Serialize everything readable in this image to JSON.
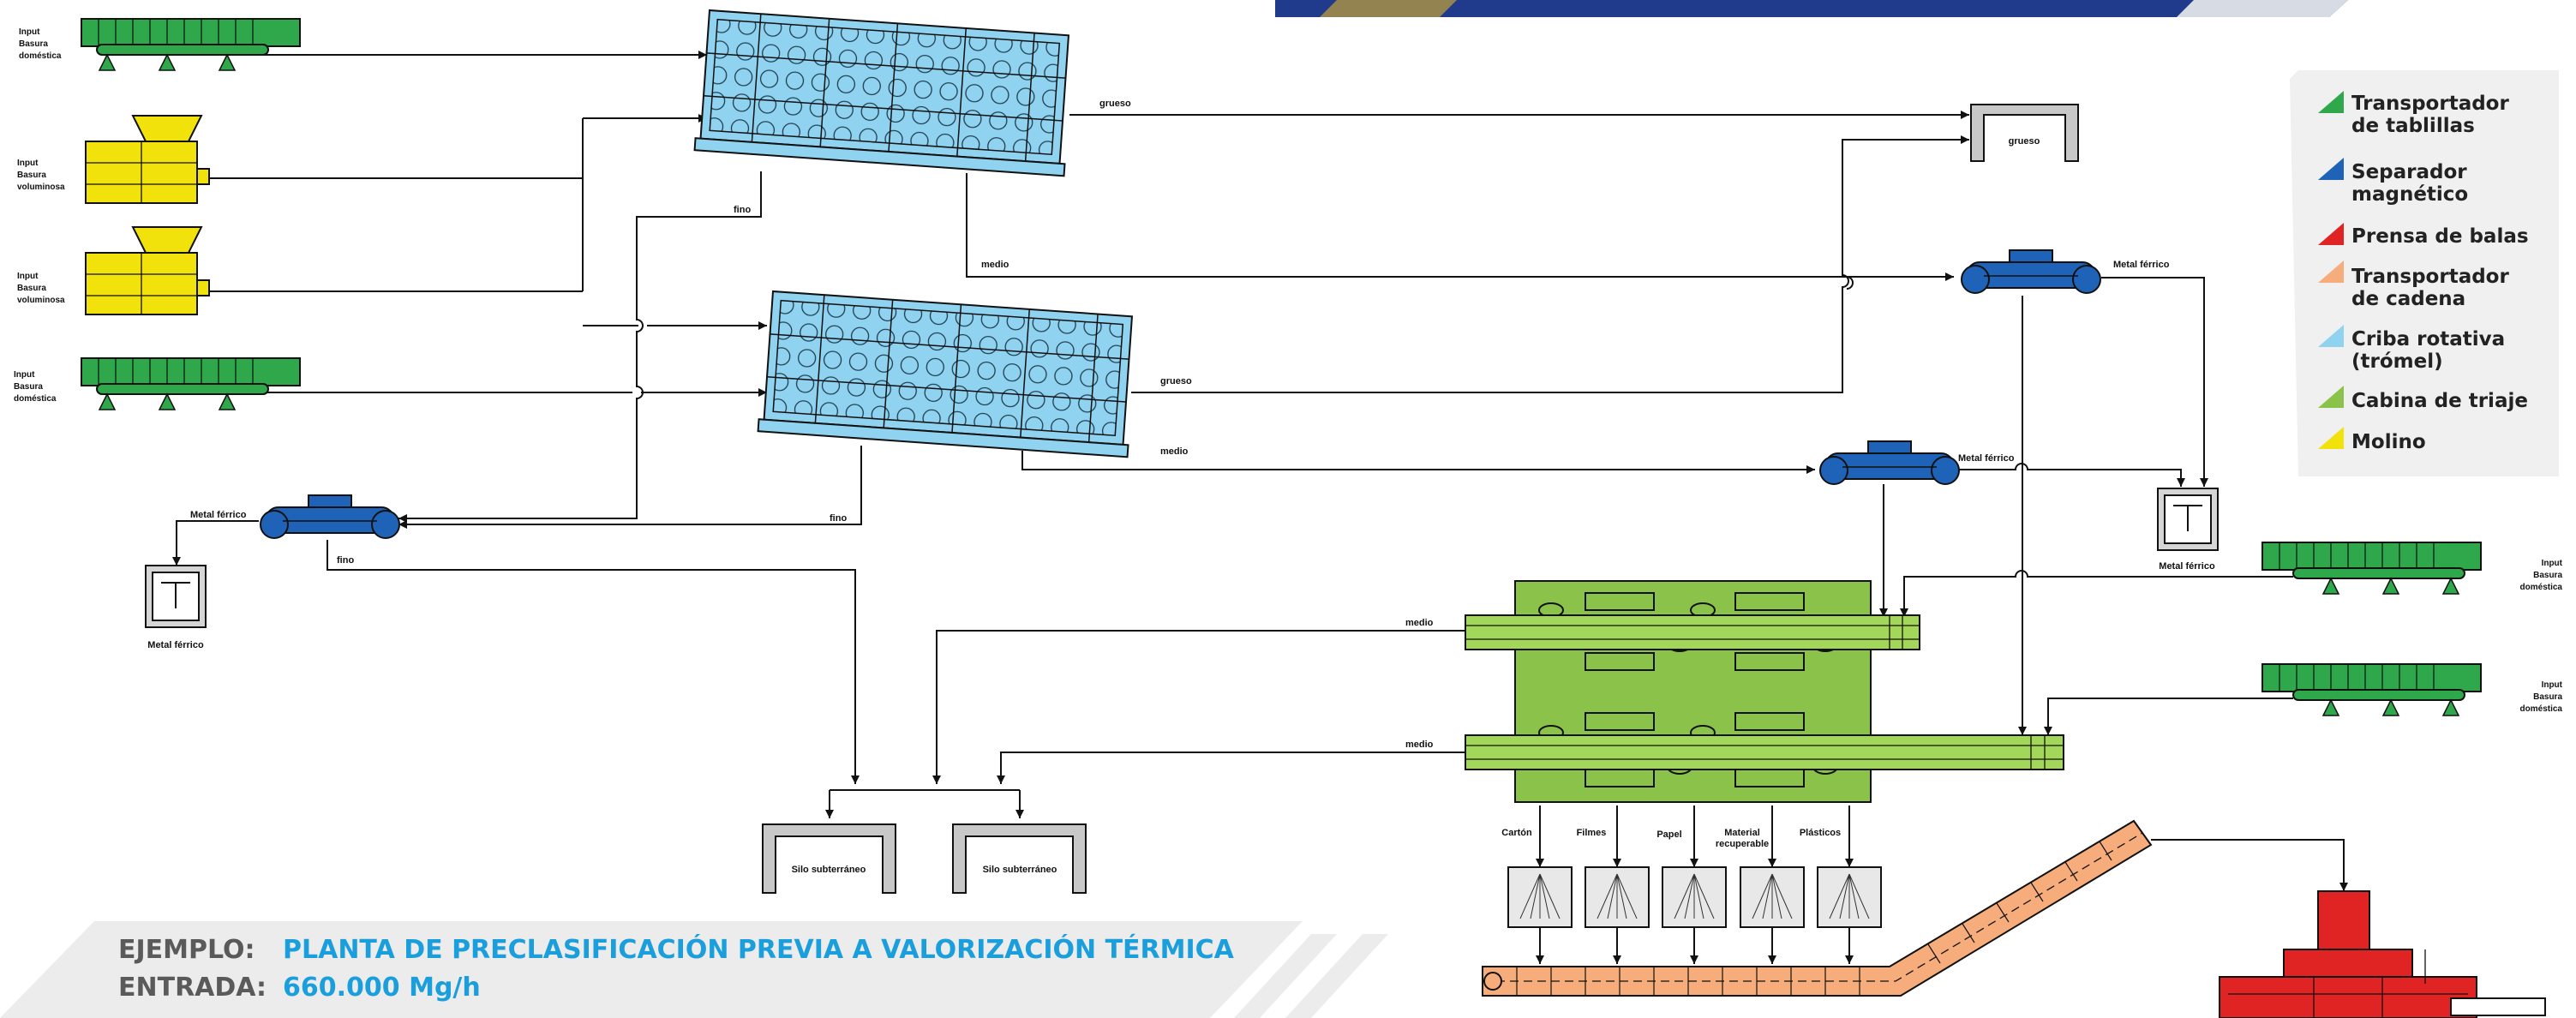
{
  "inputs": {
    "domestica_1": [
      "Input",
      "Basura",
      "doméstica"
    ],
    "voluminosa_1": [
      "Input",
      "Basura",
      "voluminosa"
    ],
    "voluminosa_2": [
      "Input",
      "Basura",
      "voluminosa"
    ],
    "domestica_2": [
      "Input",
      "Basura",
      "doméstica"
    ],
    "domestica_right_1": [
      "Input",
      "Basura",
      "doméstica"
    ],
    "domestica_right_2": [
      "Input",
      "Basura",
      "doméstica"
    ]
  },
  "flows": {
    "grueso": "grueso",
    "fino": "fino",
    "medio": "medio",
    "metal_ferrico": "Metal férrico"
  },
  "containers": {
    "grueso": "grueso",
    "metal_ferrico": "Metal férrico",
    "silo": "Silo subterráneo"
  },
  "outputs": [
    "Cartón",
    "Filmes",
    "Papel",
    "Material recuperable",
    "Plásticos"
  ],
  "output_lines": {
    "material_recuperable": [
      "Material",
      "recuperable"
    ]
  },
  "legend": [
    {
      "lines": [
        "Transportador",
        "de tablillas"
      ],
      "color": "#2ea84a"
    },
    {
      "lines": [
        "Separador",
        "magnético"
      ],
      "color": "#1f63b8"
    },
    {
      "lines": [
        "Prensa de balas"
      ],
      "color": "#e02424"
    },
    {
      "lines": [
        "Transportador",
        "de cadena"
      ],
      "color": "#f6ad7b"
    },
    {
      "lines": [
        "Criba rotativa",
        "(trómel)"
      ],
      "color": "#8fd3f0"
    },
    {
      "lines": [
        "Cabina de triaje"
      ],
      "color": "#8bc34a"
    },
    {
      "lines": [
        "Molino"
      ],
      "color": "#f2e20c"
    }
  ],
  "footer": {
    "ejemplo_label": "EJEMPLO:",
    "ejemplo_value": "PLANTA DE PRECLASIFICACIÓN PREVIA A VALORIZACIÓN TÉRMICA",
    "entrada_label": "ENTRADA:",
    "entrada_value": "660.000 Mg/h"
  },
  "colors": {
    "slat_conveyor": "#2ea84a",
    "magnet": "#1f63b8",
    "baler": "#e02424",
    "chain_conveyor": "#f6ad7b",
    "trommel": "#8fd3f0",
    "sorting_cabin": "#8bc34a",
    "mill": "#f2e20c"
  }
}
